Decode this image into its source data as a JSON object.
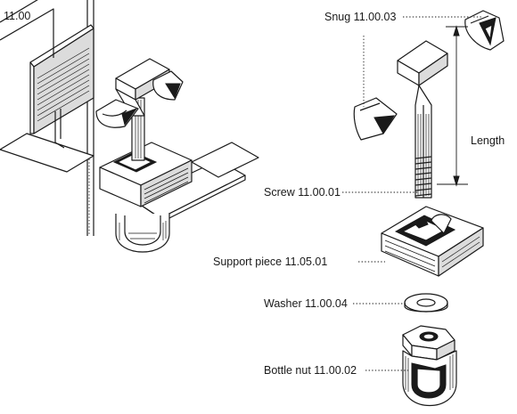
{
  "figure_number": "11.00",
  "parts": {
    "snug": "Snug 11.00.03",
    "length": "Length",
    "screw": "Screw 11.00.01",
    "support_piece": "Support piece 11.05.01",
    "washer": "Washer 11.00.04",
    "bottle_nut": "Bottle nut 11.00.02"
  }
}
